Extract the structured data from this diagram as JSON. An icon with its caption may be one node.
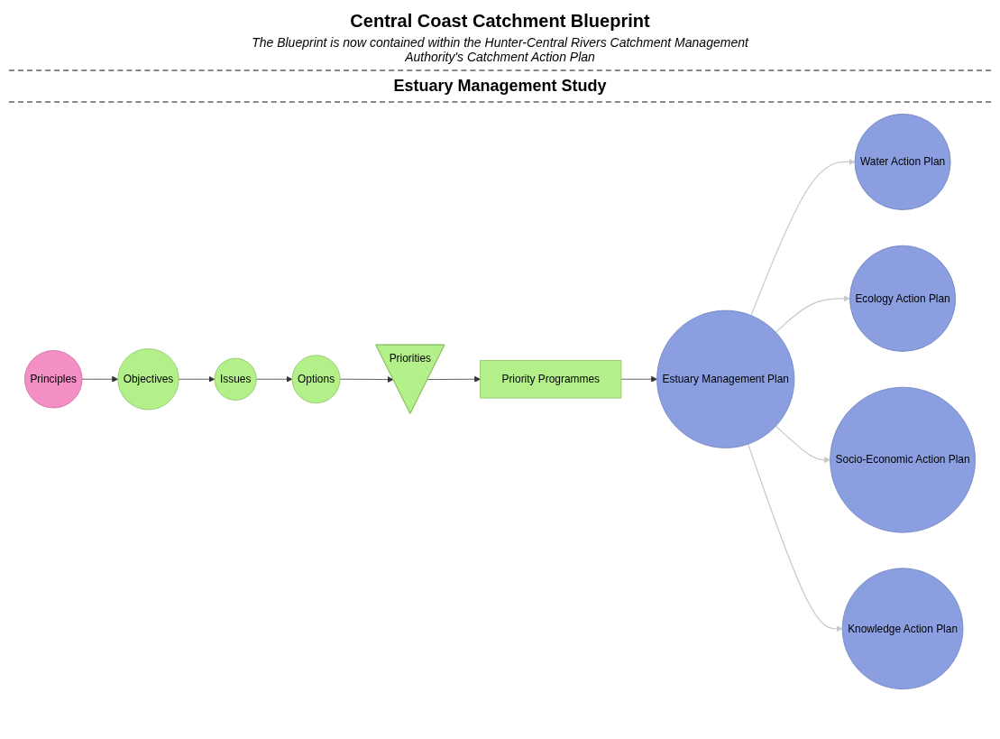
{
  "diagram": {
    "nodes": [
      {
        "text": [
          "Principles"
        ]
      },
      {
        "text": [
          "Objectives"
        ]
      },
      {
        "text": [
          "Issues"
        ]
      },
      {
        "text": [
          "Options"
        ]
      },
      {
        "text": [
          "Priorities"
        ]
      },
      {
        "text": [
          "Priority Programmes"
        ]
      },
      {
        "text": [
          "Water Action Plan"
        ]
      },
      {
        "text": [
          "Ecology Action Plan"
        ]
      },
      {
        "text": [
          "Estuary Management Plan"
        ]
      },
      {
        "text": [
          "Socio-Economic Action Plan"
        ]
      },
      {
        "text": [
          "Knowledge Action Plan"
        ]
      }
    ],
    "edges": [
      {
        "from": 0,
        "to": 1,
        "arrow": "to"
      },
      {
        "from": 1,
        "to": 2,
        "arrow": "to"
      },
      {
        "from": 2,
        "to": 3,
        "arrow": "to"
      },
      {
        "from": 3,
        "to": 4,
        "arrow": "to"
      },
      {
        "from": 4,
        "to": 5,
        "arrow": "to"
      },
      {
        "from": 5,
        "to": 8,
        "arrow": "to"
      },
      {
        "from": 8,
        "to": 6,
        "arrow": "to",
        "color": "#c8c8c8"
      },
      {
        "from": 8,
        "to": 7,
        "arrow": "to",
        "color": "#c8c8c8"
      },
      {
        "from": 8,
        "to": 9,
        "arrow": "to",
        "color": "#c8c8c8"
      },
      {
        "from": 8,
        "to": 10,
        "arrow": "to",
        "color": "#c8c8c8"
      }
    ],
    "labels": [
      "Central Coast Catchment Blueprint",
      "The Blueprint is now contained within the Hunter-Central Rivers Catchment Management Authority's Catchment Action Plan",
      "Estuary Management Study"
    ]
  }
}
